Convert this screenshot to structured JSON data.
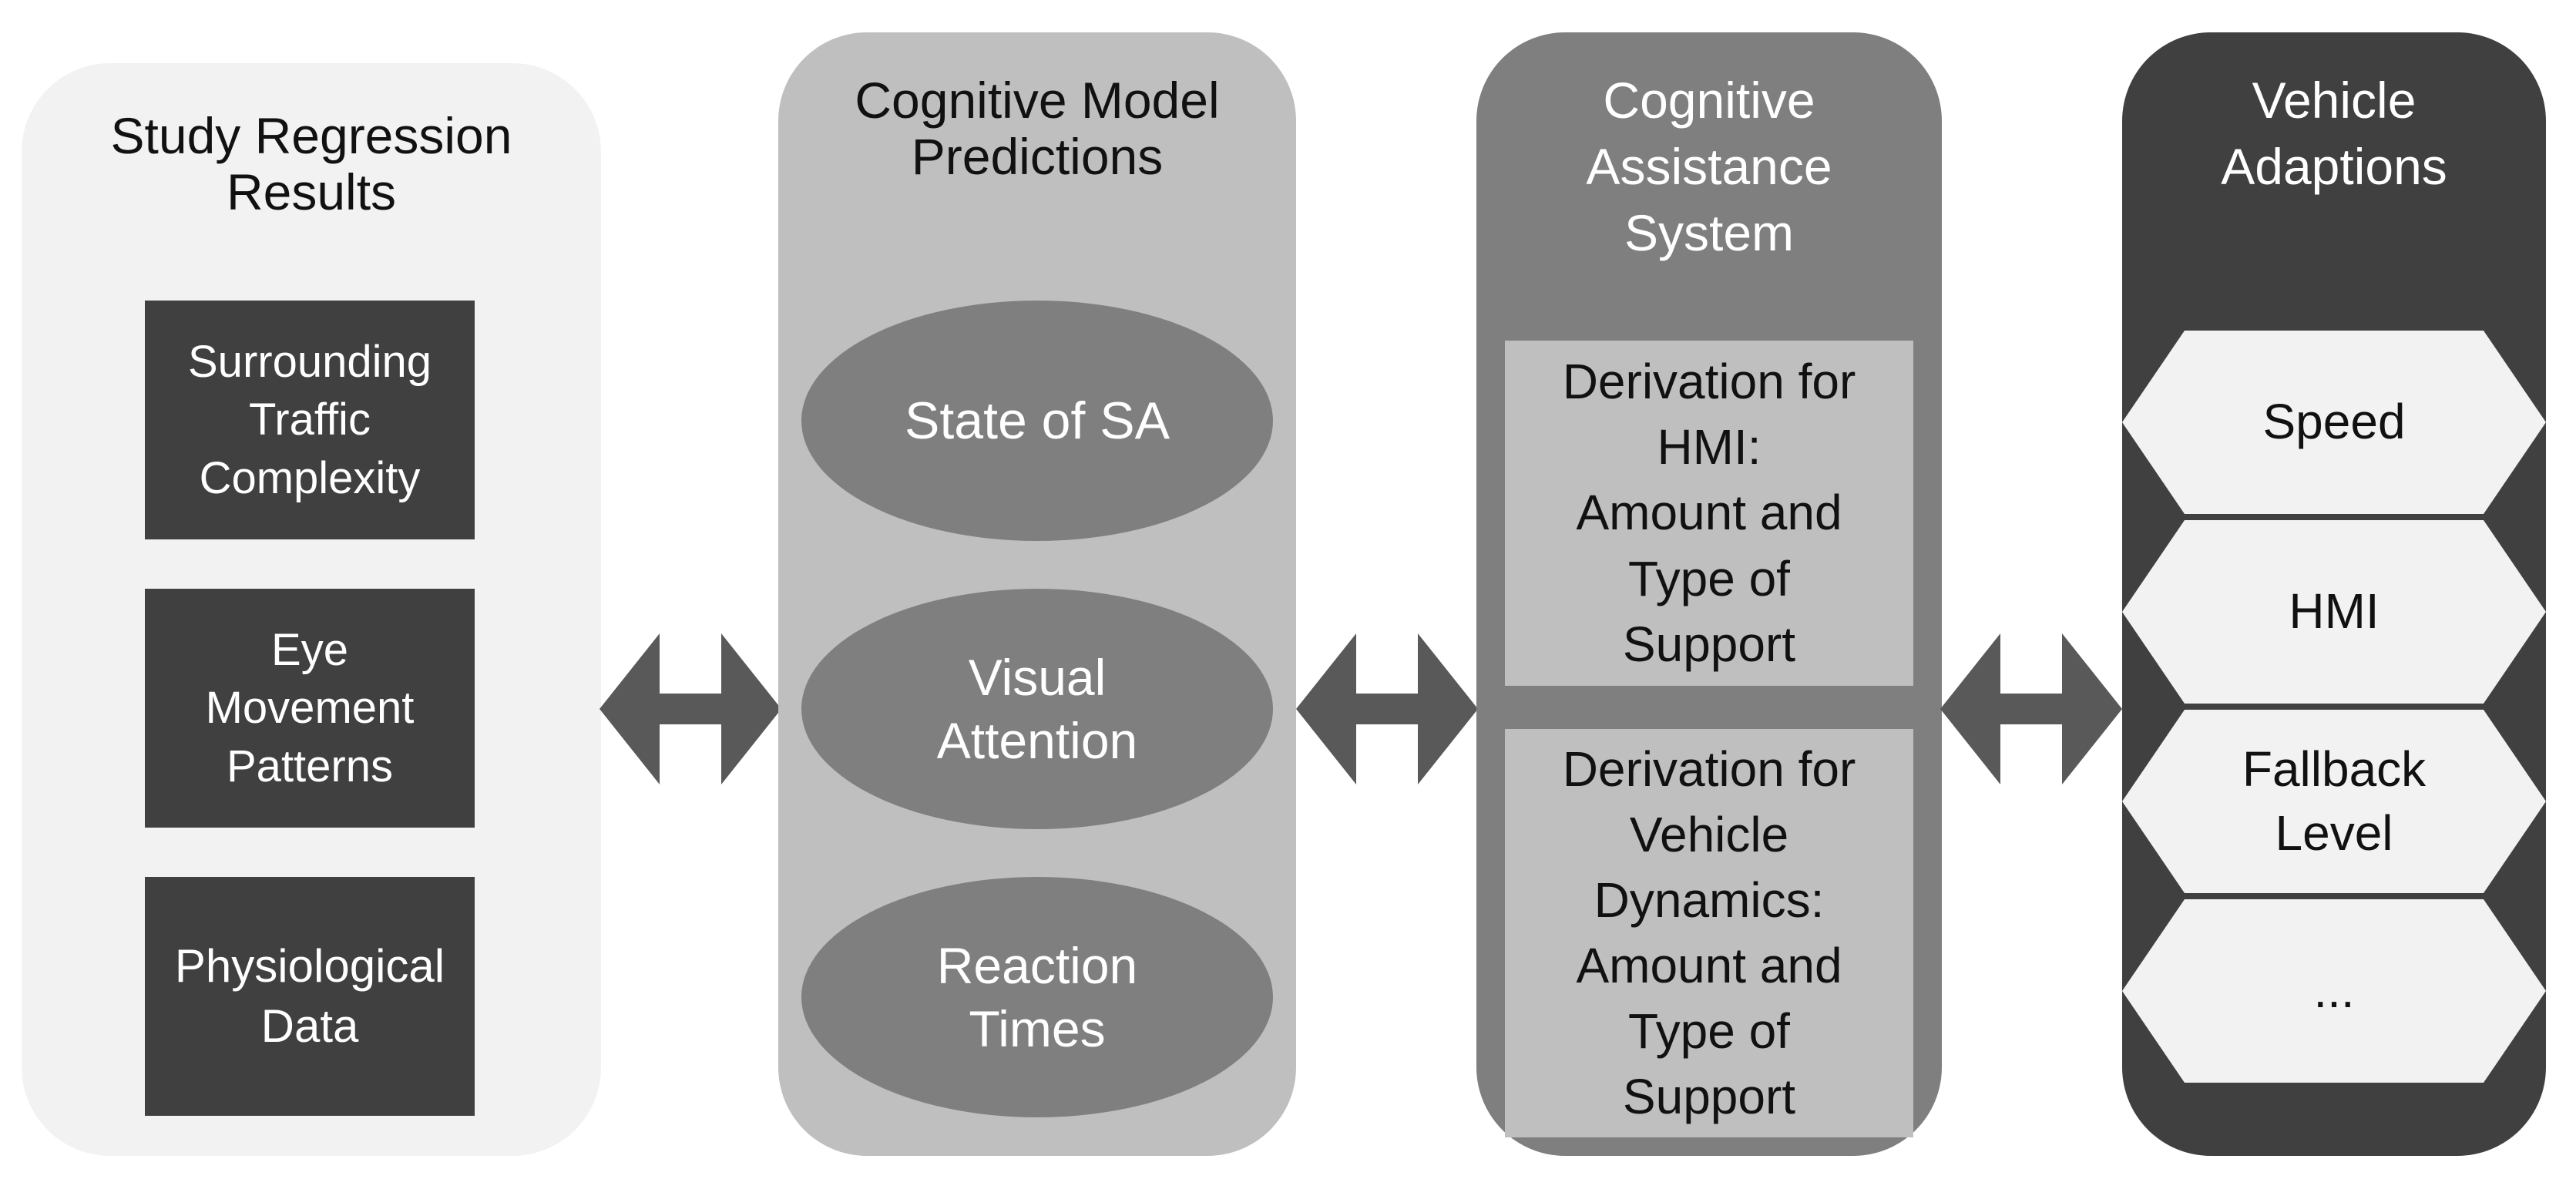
{
  "colors": {
    "col1_bg": "#f2f2f2",
    "col2_bg": "#bfbfbf",
    "col3_bg": "#7f7f7f",
    "col4_bg": "#404040",
    "dark_box": "#404040",
    "ellipse": "#7f7f7f",
    "light_box": "#bfbfbf",
    "hexagon": "#f2f2f2",
    "arrow": "#595959"
  },
  "study_results": {
    "title": [
      "Study Regression",
      "Results"
    ],
    "boxes": [
      [
        "Surrounding",
        "Traffic",
        "Complexity"
      ],
      [
        "Eye",
        "Movement",
        "Patterns"
      ],
      [
        "Physiological",
        "Data"
      ]
    ]
  },
  "cognitive_model": {
    "title": [
      "Cognitive Model",
      "Predictions"
    ],
    "ellipses": [
      [
        "State of SA"
      ],
      [
        "Visual",
        "Attention"
      ],
      [
        "Reaction",
        "Times"
      ]
    ]
  },
  "assistance_system": {
    "title": [
      "Cognitive",
      "Assistance",
      "System"
    ],
    "boxes": [
      [
        "Derivation for",
        "HMI:",
        "Amount and",
        "Type of",
        "Support"
      ],
      [
        "Derivation for",
        "Vehicle",
        "Dynamics:",
        "Amount and",
        "Type of",
        "Support"
      ]
    ]
  },
  "vehicle_adaptions": {
    "title": [
      "Vehicle",
      "Adaptions"
    ],
    "items": [
      [
        "Speed"
      ],
      [
        "HMI"
      ],
      [
        "Fallback",
        "Level"
      ],
      [
        "..."
      ]
    ]
  }
}
